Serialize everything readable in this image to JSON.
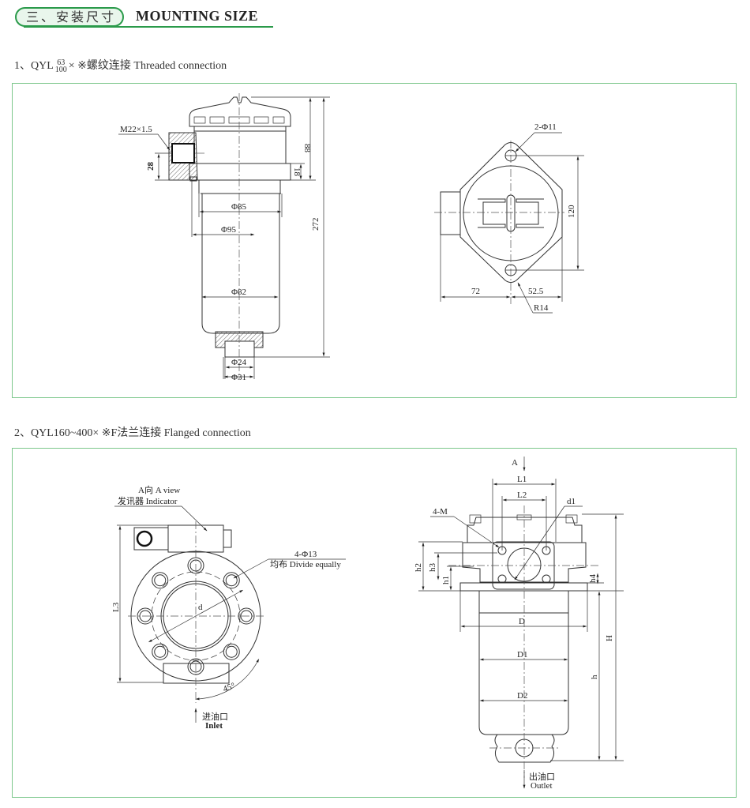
{
  "header": {
    "section_cn": "三、安装尺寸",
    "section_en": "MOUNTING SIZE"
  },
  "section1": {
    "caption_prefix": "1、QYL",
    "caption_frac_top": "63",
    "caption_frac_bottom": "100",
    "caption_suffix": "× ※螺纹连接 Threaded connection",
    "labels": {
      "thread": "M22×1.5",
      "h28": "28",
      "h88": "88",
      "h18": "18",
      "h272": "272",
      "d85": "Φ85",
      "d95": "Φ95",
      "d82": "Φ82",
      "d24": "Φ24",
      "d31": "Φ31",
      "holes": "2-Φ11",
      "w120": "120",
      "w72": "72",
      "w52": "52.5",
      "r14": "R14"
    }
  },
  "section2": {
    "caption": "2、QYL160~400× ※F法兰连接 Flanged connection",
    "labels": {
      "a_view": "A向 A view",
      "indicator": "发讯器 Indicator",
      "holes": "4-Φ13",
      "divide": "均布 Divide equally",
      "d": "d",
      "L3": "L3",
      "angle": "45°",
      "inlet_cn": "进油口",
      "inlet_en": "Inlet",
      "A": "A",
      "L1": "L1",
      "L2": "L2",
      "d1": "d1",
      "M": "4-M",
      "h1": "h1",
      "h2": "h2",
      "h3": "h3",
      "h4": "h4",
      "H": "H",
      "h": "h",
      "D": "D",
      "D1": "D1",
      "D2": "D2",
      "outlet_cn": "出油口",
      "outlet_en": "Outlet"
    }
  },
  "colors": {
    "accent": "#2a9a4a",
    "frame": "#7cc78c"
  }
}
